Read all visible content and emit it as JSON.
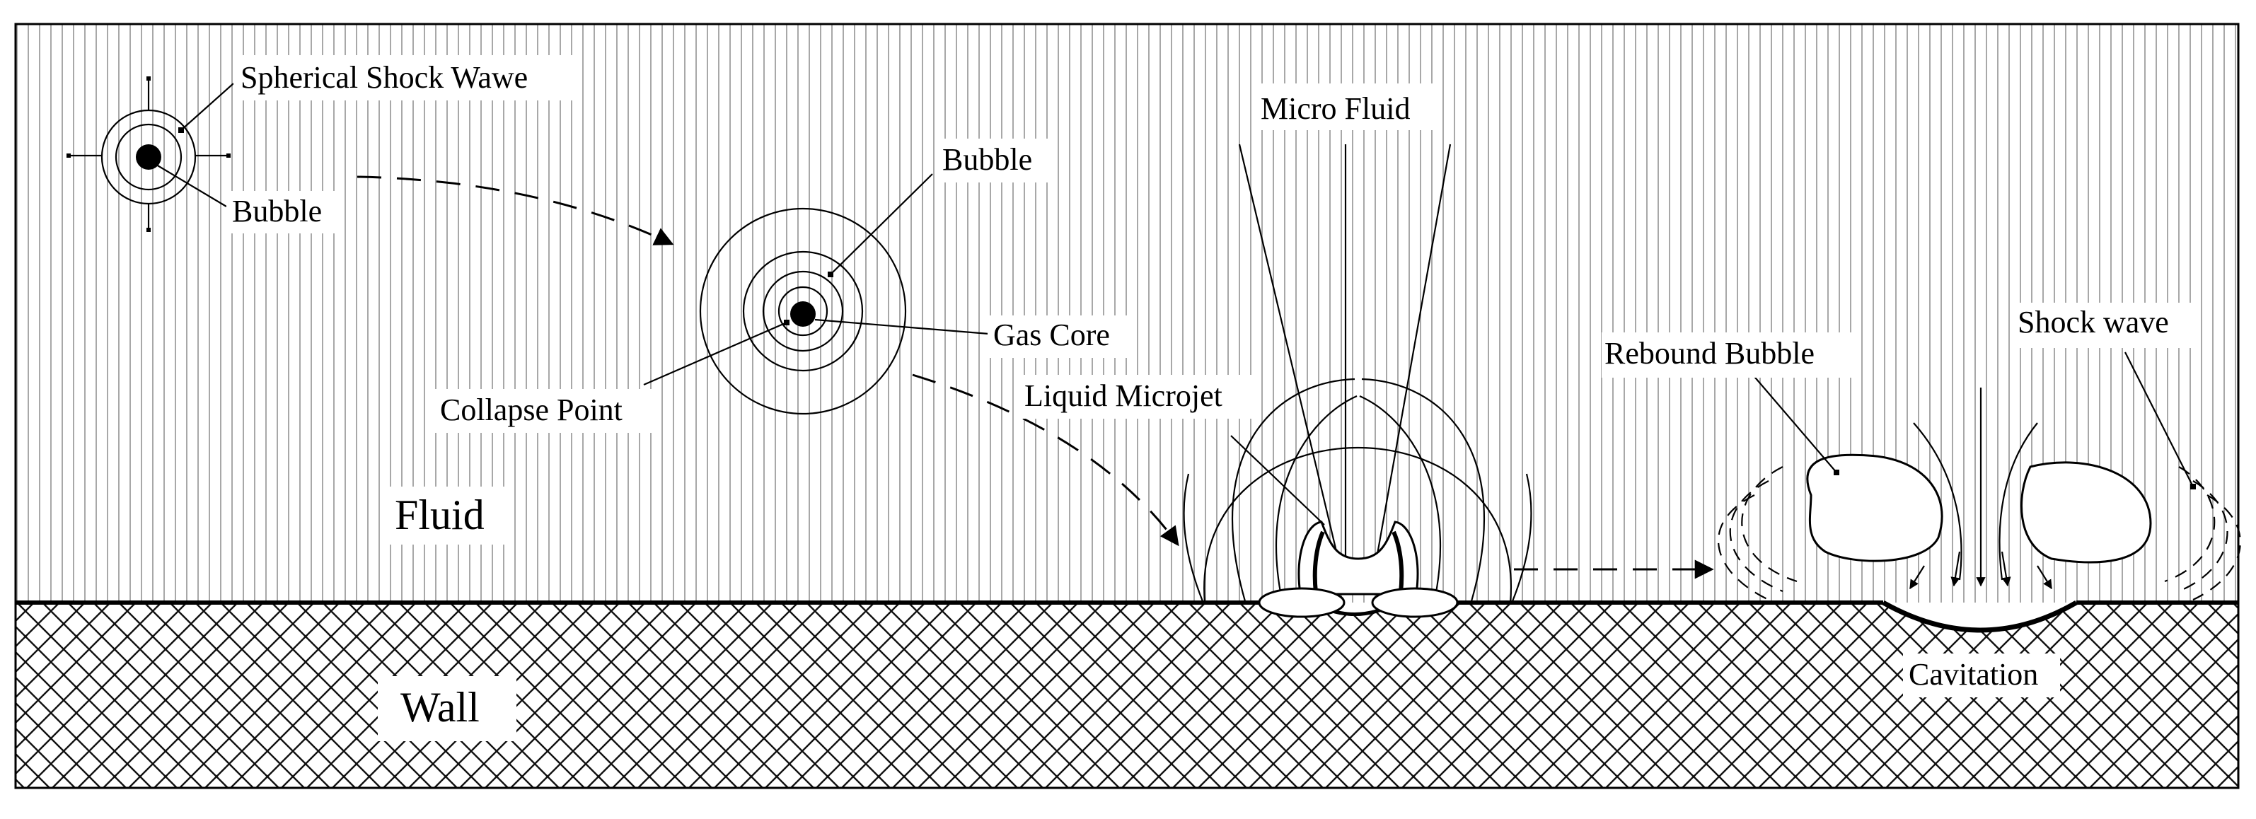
{
  "labels": {
    "spherical_shock_wave": "Spherical Shock Wawe",
    "bubble_small": "Bubble",
    "bubble_mid": "Bubble",
    "gas_core": "Gas Core",
    "collapse_point": "Collapse Point",
    "micro_fluid": "Micro Fluid",
    "liquid_microjet": "Liquid Microjet",
    "fluid": "Fluid",
    "wall": "Wall",
    "rebound_bubble": "Rebound Bubble",
    "shock_wave": "Shock wave",
    "cavitation": "Cavitation"
  },
  "colors": {
    "ink": "#000000",
    "hatch": "#9a9a9a",
    "background": "#ffffff"
  }
}
